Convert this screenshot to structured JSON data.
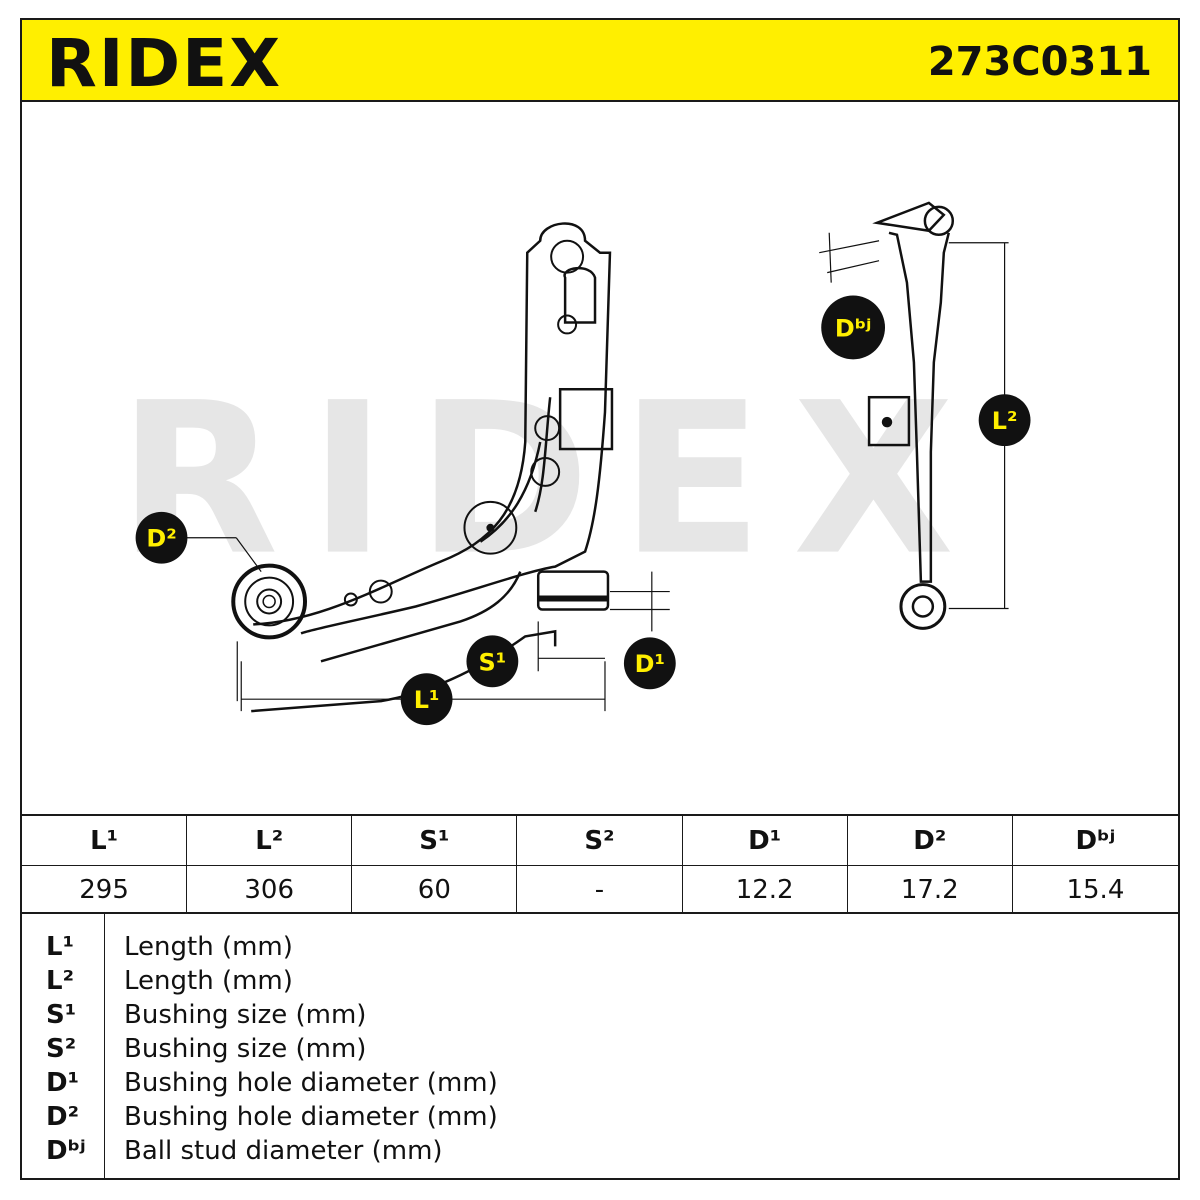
{
  "header": {
    "brand": "RIDEX",
    "part_number": "273C0311"
  },
  "diagram": {
    "watermark": "RIDEX",
    "badges": {
      "l1": "L¹",
      "l2": "L²",
      "s1": "S¹",
      "d1": "D¹",
      "d2": "D²",
      "dbj": "Dᵇʲ"
    }
  },
  "specs": {
    "headers": [
      "L¹",
      "L²",
      "S¹",
      "S²",
      "D¹",
      "D²",
      "Dᵇʲ"
    ],
    "values": [
      "295",
      "306",
      "60",
      "-",
      "12.2",
      "17.2",
      "15.4"
    ]
  },
  "legend": [
    {
      "symbol": "L¹",
      "description": "Length (mm)"
    },
    {
      "symbol": "L²",
      "description": "Length (mm)"
    },
    {
      "symbol": "S¹",
      "description": "Bushing size (mm)"
    },
    {
      "symbol": "S²",
      "description": "Bushing size (mm)"
    },
    {
      "symbol": "D¹",
      "description": "Bushing hole diameter (mm)"
    },
    {
      "symbol": "D²",
      "description": "Bushing hole diameter (mm)"
    },
    {
      "symbol": "Dᵇʲ",
      "description": "Ball stud diameter (mm)"
    }
  ],
  "colors": {
    "brand_yellow": "#ffef00",
    "ink": "#111111",
    "watermark": "#e6e6e6"
  }
}
